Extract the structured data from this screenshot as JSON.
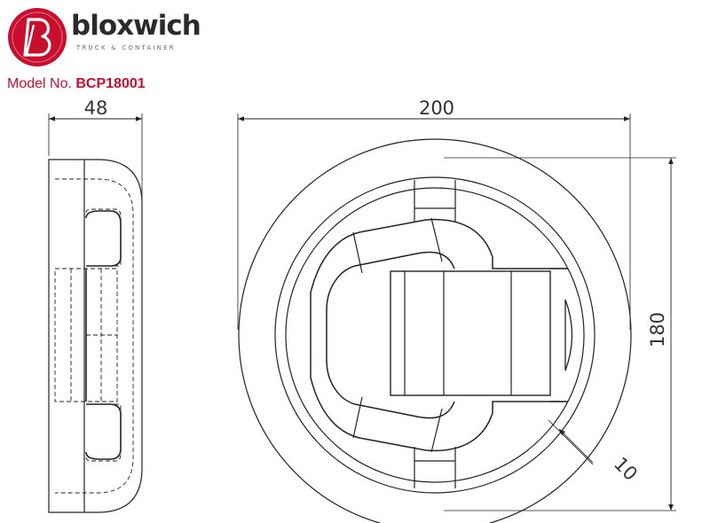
{
  "brand": {
    "name": "bloxwich",
    "tagline": "TRUCK & CONTAINER",
    "accent_color": "#c8102e"
  },
  "model": {
    "label": "Model No.",
    "number": "BCP18001"
  },
  "dimensions": {
    "depth": "48",
    "width": "200",
    "height": "180",
    "offset": "10"
  },
  "icons": {
    "logo": "bloxwich-b-icon"
  }
}
